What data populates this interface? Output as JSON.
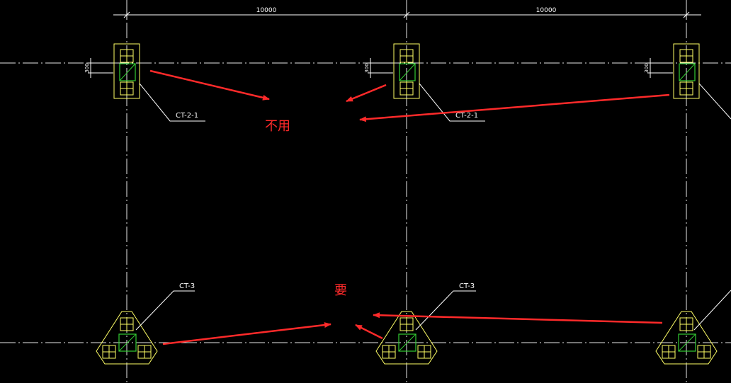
{
  "dimensions": {
    "span_left": "10000",
    "span_right": "10000",
    "offset_1": "300",
    "offset_2": "300",
    "offset_3": "300"
  },
  "labels": {
    "pile_cap_top_1": "CT-2-1",
    "pile_cap_top_2": "CT-2-1",
    "pile_cap_bottom_1": "CT-3",
    "pile_cap_bottom_2": "CT-3"
  },
  "notes": {
    "not_needed": "不用",
    "needed": "要"
  },
  "colors": {
    "background": "#000000",
    "axis_line": "#ffffff",
    "pile_outline": "#ffff66",
    "column": "#33cc33",
    "annotation": "#ff2a2a"
  }
}
